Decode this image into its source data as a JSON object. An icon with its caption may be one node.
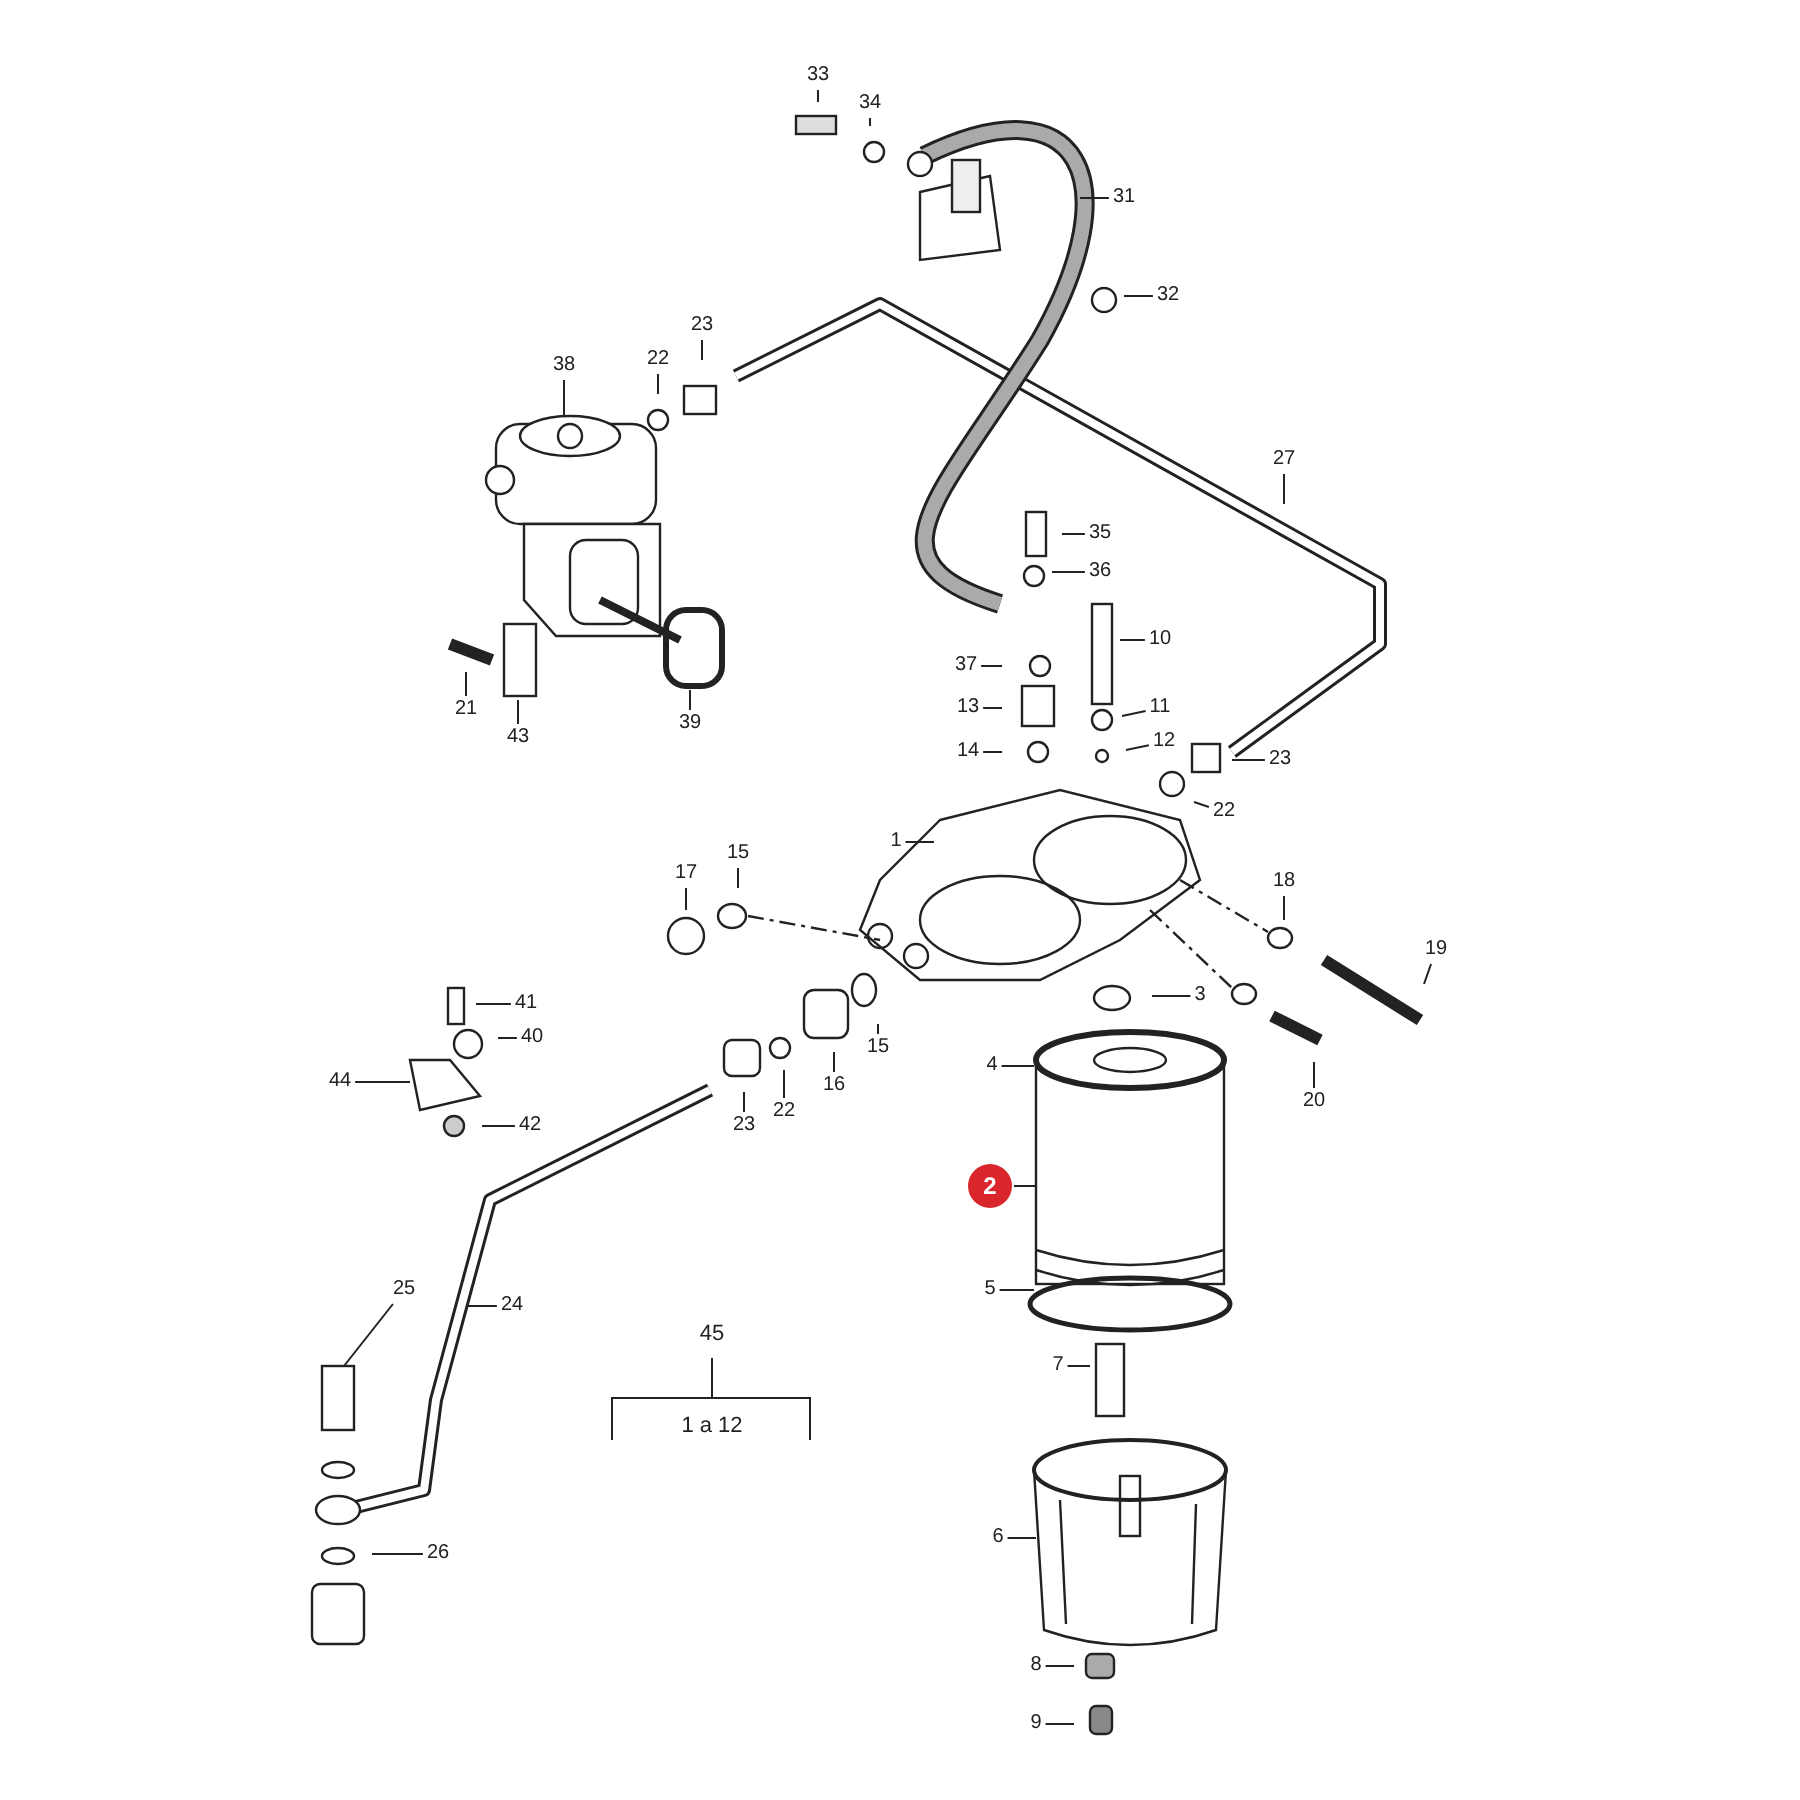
{
  "diagram": {
    "nodes": [
      {
        "text": [
          "33"
        ]
      },
      {
        "text": [
          "34"
        ]
      },
      {
        "text": [
          "31"
        ]
      },
      {
        "text": [
          "32"
        ]
      },
      {
        "text": [
          "38"
        ]
      },
      {
        "text": [
          "22"
        ]
      },
      {
        "text": [
          "23"
        ]
      },
      {
        "text": [
          "27"
        ]
      },
      {
        "text": [
          "35"
        ]
      },
      {
        "text": [
          "36"
        ]
      },
      {
        "text": [
          "10"
        ]
      },
      {
        "text": [
          "37"
        ]
      },
      {
        "text": [
          "13"
        ]
      },
      {
        "text": [
          "11"
        ]
      },
      {
        "text": [
          "14"
        ]
      },
      {
        "text": [
          "12"
        ]
      },
      {
        "text": [
          "23"
        ]
      },
      {
        "text": [
          "22"
        ]
      },
      {
        "text": [
          "1"
        ]
      },
      {
        "text": [
          "17"
        ]
      },
      {
        "text": [
          "15"
        ]
      },
      {
        "text": [
          "18"
        ]
      },
      {
        "text": [
          "19"
        ]
      },
      {
        "text": [
          "41"
        ]
      },
      {
        "text": [
          "40"
        ]
      },
      {
        "text": [
          "3"
        ]
      },
      {
        "text": [
          "15"
        ]
      },
      {
        "text": [
          "16"
        ]
      },
      {
        "text": [
          "22"
        ]
      },
      {
        "text": [
          "23"
        ]
      },
      {
        "text": [
          "44"
        ]
      },
      {
        "text": [
          "42"
        ]
      },
      {
        "text": [
          "4"
        ]
      },
      {
        "text": [
          "2"
        ]
      },
      {
        "text": [
          "20"
        ]
      },
      {
        "text": [
          "5"
        ]
      },
      {
        "text": [
          "25"
        ]
      },
      {
        "text": [
          "24"
        ]
      },
      {
        "text": [
          "7"
        ]
      },
      {
        "text": [
          "26"
        ]
      },
      {
        "text": [
          "6"
        ]
      },
      {
        "text": [
          "8"
        ]
      },
      {
        "text": [
          "9"
        ]
      },
      {
        "text": [
          "21"
        ]
      },
      {
        "text": [
          "43"
        ]
      },
      {
        "text": [
          "39"
        ]
      }
    ],
    "edges": [
      {
        "from": 0,
        "to": null,
        "arrow": "none"
      },
      {
        "from": 1,
        "to": null,
        "arrow": "none"
      },
      {
        "from": 2,
        "to": null,
        "arrow": "none"
      },
      {
        "from": 3,
        "to": null,
        "arrow": "none"
      },
      {
        "from": 4,
        "to": null,
        "arrow": "none"
      },
      {
        "from": 5,
        "to": null,
        "arrow": "none"
      },
      {
        "from": 6,
        "to": null,
        "arrow": "none"
      },
      {
        "from": 7,
        "to": null,
        "arrow": "none"
      },
      {
        "from": 8,
        "to": null,
        "arrow": "none"
      },
      {
        "from": 9,
        "to": null,
        "arrow": "none"
      },
      {
        "from": 10,
        "to": null,
        "arrow": "none"
      },
      {
        "from": 11,
        "to": null,
        "arrow": "none"
      },
      {
        "from": 12,
        "to": null,
        "arrow": "none"
      },
      {
        "from": 13,
        "to": null,
        "arrow": "none"
      },
      {
        "from": 14,
        "to": null,
        "arrow": "none"
      },
      {
        "from": 15,
        "to": null,
        "arrow": "none"
      },
      {
        "from": 16,
        "to": null,
        "arrow": "none"
      },
      {
        "from": 17,
        "to": null,
        "arrow": "none"
      },
      {
        "from": 18,
        "to": null,
        "arrow": "none"
      },
      {
        "from": 19,
        "to": null,
        "arrow": "none"
      },
      {
        "from": 20,
        "to": null,
        "arrow": "none"
      },
      {
        "from": 21,
        "to": null,
        "arrow": "none"
      },
      {
        "from": 22,
        "to": null,
        "arrow": "none"
      },
      {
        "from": 23,
        "to": null,
        "arrow": "none"
      },
      {
        "from": 24,
        "to": null,
        "arrow": "none"
      },
      {
        "from": 25,
        "to": null,
        "arrow": "none"
      },
      {
        "from": 26,
        "to": null,
        "arrow": "none"
      },
      {
        "from": 27,
        "to": null,
        "arrow": "none"
      },
      {
        "from": 28,
        "to": null,
        "arrow": "none"
      },
      {
        "from": 29,
        "to": null,
        "arrow": "none"
      },
      {
        "from": 30,
        "to": null,
        "arrow": "none"
      },
      {
        "from": 31,
        "to": null,
        "arrow": "none"
      },
      {
        "from": 32,
        "to": null,
        "arrow": "none"
      },
      {
        "from": 33,
        "to": null,
        "arrow": "none"
      },
      {
        "from": 34,
        "to": null,
        "arrow": "none"
      },
      {
        "from": 35,
        "to": null,
        "arrow": "none"
      },
      {
        "from": 36,
        "to": null,
        "arrow": "none"
      },
      {
        "from": 37,
        "to": null,
        "arrow": "none"
      },
      {
        "from": 38,
        "to": null,
        "arrow": "none"
      },
      {
        "from": 39,
        "to": null,
        "arrow": "none"
      },
      {
        "from": 40,
        "to": null,
        "arrow": "none"
      },
      {
        "from": 41,
        "to": null,
        "arrow": "none"
      },
      {
        "from": 42,
        "to": null,
        "arrow": "none"
      },
      {
        "from": 43,
        "to": null,
        "arrow": "none"
      },
      {
        "from": 44,
        "to": null,
        "arrow": "none"
      },
      {
        "from": 45,
        "to": null,
        "arrow": "none"
      }
    ],
    "labels": [
      "45",
      "1 a 12"
    ]
  }
}
